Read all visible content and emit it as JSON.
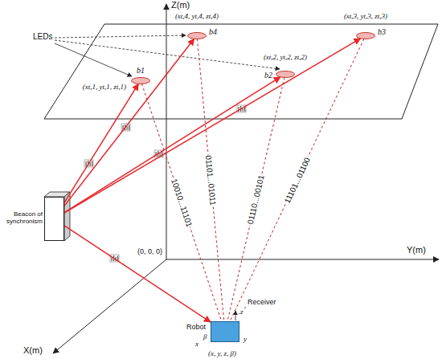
{
  "diagram": {
    "nodes": [
      {
        "text": [
          "b4",
          "(xt,4, yt,4, zt,4)"
        ]
      },
      {
        "text": [
          "b3",
          "(xt,3, yt,3, zt,3)"
        ]
      },
      {
        "text": [
          "b1",
          "(xt,1, yt,1, zt,1)"
        ]
      },
      {
        "text": [
          "b2",
          "(xt,2, yt,2, zt,2)"
        ]
      },
      {
        "text": [
          "Beacon of synchronism"
        ]
      },
      {
        "text": [
          "Robot",
          "Receiver"
        ]
      }
    ],
    "edges": [
      {
        "from": 4,
        "to": 2,
        "arrow": "to"
      },
      {
        "from": 4,
        "to": 0,
        "arrow": "to"
      },
      {
        "from": 4,
        "to": 1,
        "arrow": "to"
      },
      {
        "from": 4,
        "to": 3,
        "arrow": "to"
      },
      {
        "from": 4,
        "to": 5,
        "arrow": "to"
      },
      {
        "from": 2,
        "to": 5,
        "label": "10010...11101",
        "arrow": "none"
      },
      {
        "from": 0,
        "to": 5,
        "label": "01101...01011",
        "arrow": "none"
      },
      {
        "from": 3,
        "to": 5,
        "label": "01110...00101",
        "arrow": "none"
      },
      {
        "from": 1,
        "to": 5,
        "label": "11101...01100",
        "arrow": "none"
      }
    ],
    "labels": [
      "Z(m)",
      "LEDs",
      "Y(m)",
      "(0, 0, 0)",
      "X(m)",
      "z",
      "x",
      "β",
      "y",
      "(x, y, z, β)"
    ]
  }
}
